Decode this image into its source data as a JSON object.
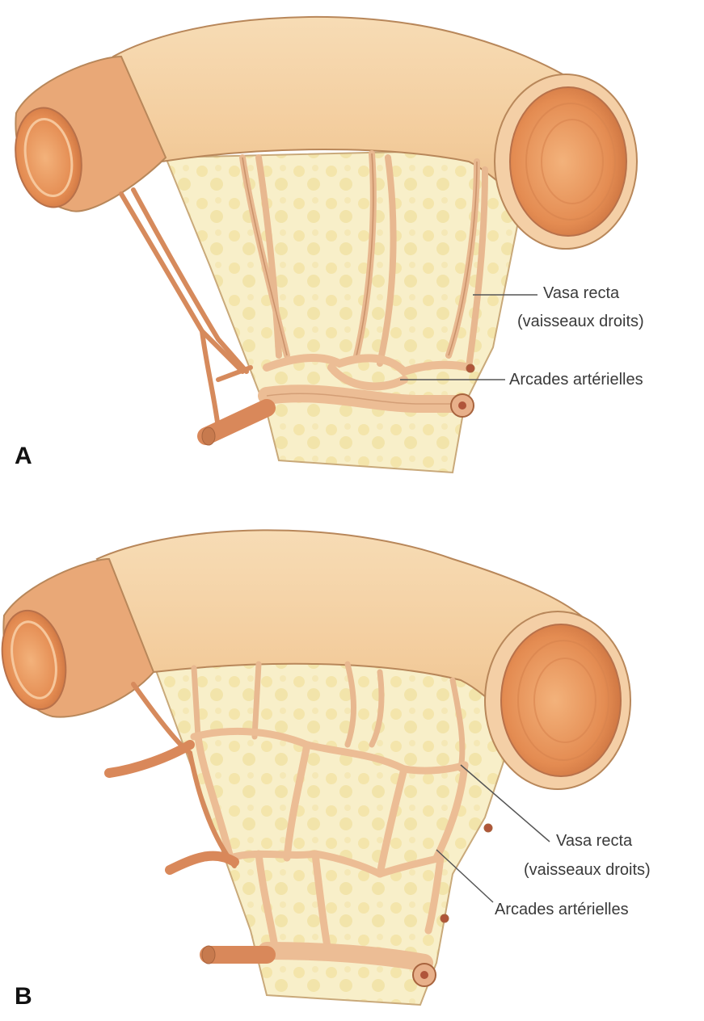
{
  "figure": {
    "panels": [
      {
        "letter": "A",
        "labels": {
          "vasa_recta_line1": "Vasa recta",
          "vasa_recta_line2": "(vaisseaux droits)",
          "arcades": "Arcades artérielles"
        }
      },
      {
        "letter": "B",
        "labels": {
          "vasa_recta_line1": "Vasa recta",
          "vasa_recta_line2": "(vaisseaux droits)",
          "arcades": "Arcades artérielles"
        }
      }
    ],
    "colors": {
      "intestine": "#f5d3a5",
      "intestine_edge": "#b8875a",
      "lumen": "#e9955a",
      "mesentery": "#f7edc6",
      "fat": "#efe0a0",
      "vessel": "#eebf99",
      "vessel_edge": "#c98f68",
      "artery": "#d9885a"
    }
  }
}
